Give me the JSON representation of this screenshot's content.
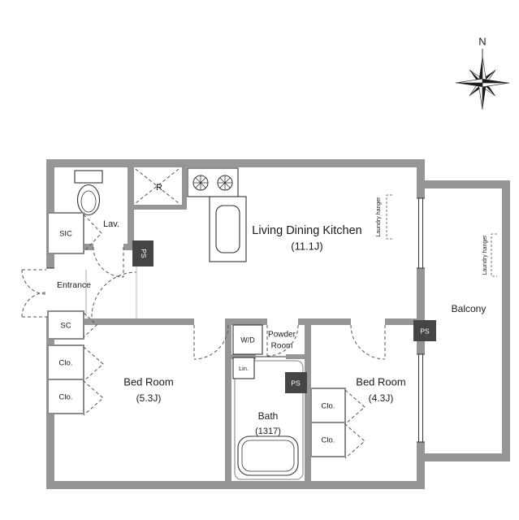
{
  "compass": {
    "label": "N"
  },
  "rooms": {
    "ldk": {
      "name": "Living Dining Kitchen",
      "size": "(11.1J)"
    },
    "bedroom1": {
      "name": "Bed Room",
      "size": "(5.3J)"
    },
    "bedroom2": {
      "name": "Bed Room",
      "size": "(4.3J)"
    },
    "bath": {
      "name": "Bath",
      "size": "(1317)"
    },
    "powder": {
      "line1": "Powder",
      "line2": "Room"
    },
    "lavatory": {
      "name": "Lav."
    },
    "entrance": {
      "name": "Entrance"
    },
    "balcony": {
      "name": "Balcony"
    }
  },
  "fixtures": {
    "sic": "SIC",
    "sc": "SC",
    "closet": "Clo.",
    "washer_dryer": "W/D",
    "linen": "Lin.",
    "refrigerator": "R",
    "pipe_space": "PS",
    "laundry_hanger": "Laundry hanger"
  },
  "colors": {
    "wall": "#969696",
    "ps_box": "#454545",
    "line": "#333333",
    "dash": "#555555"
  }
}
